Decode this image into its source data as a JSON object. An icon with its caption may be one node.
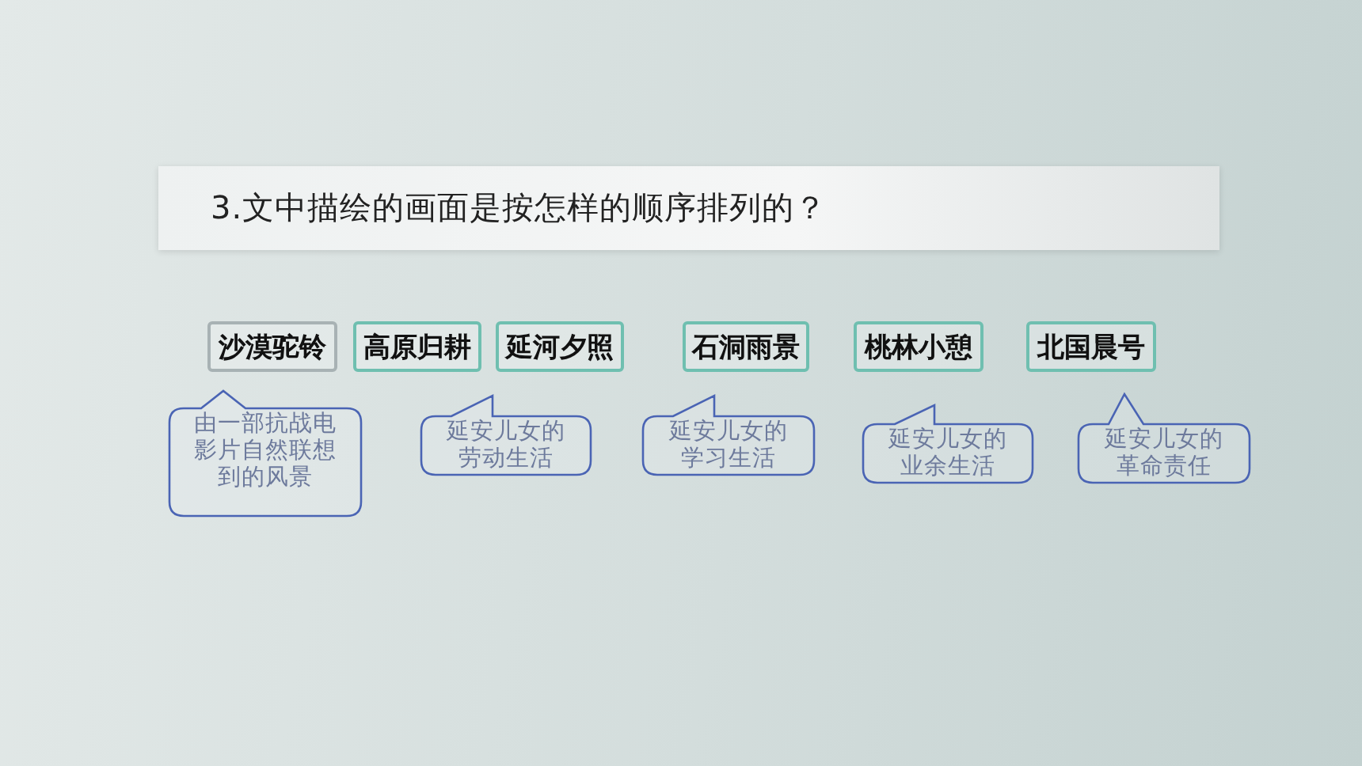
{
  "diagram": {
    "title": "3.文中描绘的画面是按怎样的顺序排列的？",
    "nodes": [
      {
        "text": [
          "沙漠驼铃"
        ]
      },
      {
        "text": [
          "高原归耕"
        ]
      },
      {
        "text": [
          "延河夕照"
        ]
      },
      {
        "text": [
          "石洞雨景"
        ]
      },
      {
        "text": [
          "桃林小憩"
        ]
      },
      {
        "text": [
          "北国晨号"
        ]
      },
      {
        "text": [
          "由一部抗战电影片自然联想到的风景"
        ]
      },
      {
        "text": [
          "延安儿女的劳动生活"
        ]
      },
      {
        "text": [
          "延安儿女的学习生活"
        ]
      },
      {
        "text": [
          "延安儿女的业余生活"
        ]
      },
      {
        "text": [
          "延安儿女的革命责任"
        ]
      }
    ]
  }
}
